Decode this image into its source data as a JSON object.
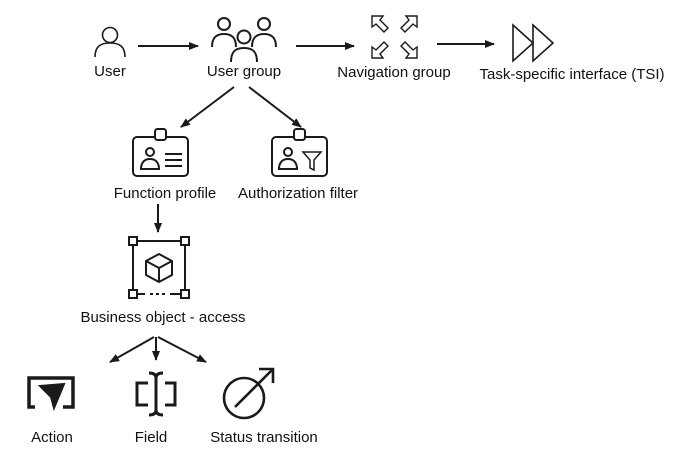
{
  "colors": {
    "stroke": "#1a1a1a",
    "text": "#111111",
    "background": "#ffffff"
  },
  "nodes": {
    "user": {
      "label": "User",
      "icon": "user-icon"
    },
    "user_group": {
      "label": "User group",
      "icon": "users-group-icon"
    },
    "navigation_group": {
      "label": "Navigation group",
      "icon": "navigation-arrows-icon"
    },
    "tsi": {
      "label": "Task-specific interface (TSI)",
      "icon": "double-play-triangles-icon"
    },
    "function_profile": {
      "label": "Function profile",
      "icon": "id-badge-profile-icon"
    },
    "authorization_filter": {
      "label": "Authorization filter",
      "icon": "id-badge-filter-icon"
    },
    "business_object": {
      "label": "Business object - access",
      "icon": "cube-selection-frame-icon"
    },
    "action": {
      "label": "Action",
      "icon": "cursor-screen-icon"
    },
    "field": {
      "label": "Field",
      "icon": "text-field-brackets-icon"
    },
    "status_transition": {
      "label": "Status transition",
      "icon": "circle-arrow-icon"
    }
  },
  "edges": [
    {
      "from": "user",
      "to": "user_group"
    },
    {
      "from": "user_group",
      "to": "navigation_group"
    },
    {
      "from": "navigation_group",
      "to": "tsi"
    },
    {
      "from": "user_group",
      "to": "function_profile"
    },
    {
      "from": "user_group",
      "to": "authorization_filter"
    },
    {
      "from": "function_profile",
      "to": "business_object"
    },
    {
      "from": "business_object",
      "to": "action"
    },
    {
      "from": "business_object",
      "to": "field"
    },
    {
      "from": "business_object",
      "to": "status_transition"
    }
  ]
}
